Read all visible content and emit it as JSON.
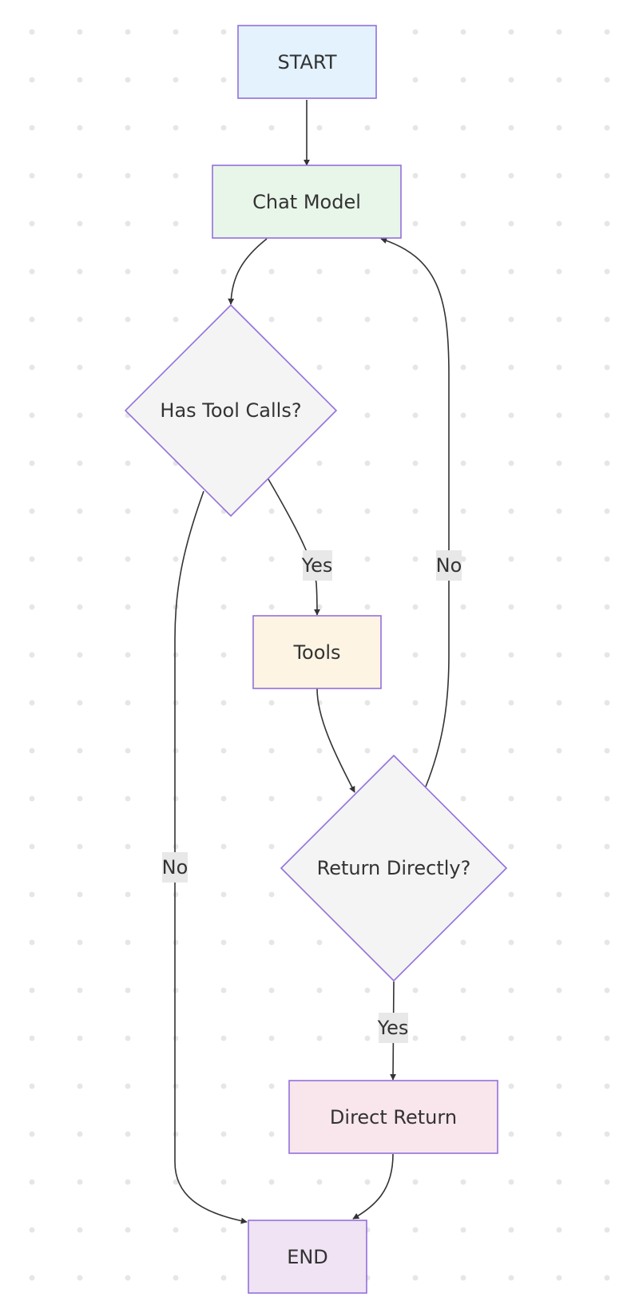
{
  "diagram": {
    "nodes": {
      "start": {
        "label": "START",
        "fill": "#e3f2fd"
      },
      "chat_model": {
        "label": "Chat Model",
        "fill": "#e8f5e9"
      },
      "has_tool_calls": {
        "label": "Has Tool Calls?",
        "fill": "#f4f4f4"
      },
      "tools": {
        "label": "Tools",
        "fill": "#fdf4e3"
      },
      "return_directly": {
        "label": "Return Directly?",
        "fill": "#f4f4f4"
      },
      "direct_return": {
        "label": "Direct Return",
        "fill": "#f8e6ec"
      },
      "end": {
        "label": "END",
        "fill": "#efe3f4"
      }
    },
    "edges": {
      "start_to_chat": {
        "from": "START",
        "to": "Chat Model"
      },
      "chat_to_decision": {
        "from": "Chat Model",
        "to": "Has Tool Calls?"
      },
      "decision_yes_to_tools": {
        "from": "Has Tool Calls?",
        "to": "Tools",
        "label": "Yes"
      },
      "decision_no_to_end": {
        "from": "Has Tool Calls?",
        "to": "END",
        "label": "No"
      },
      "tools_to_return_directly": {
        "from": "Tools",
        "to": "Return Directly?"
      },
      "return_no_to_chat": {
        "from": "Return Directly?",
        "to": "Chat Model",
        "label": "No"
      },
      "return_yes_to_direct": {
        "from": "Return Directly?",
        "to": "Direct Return",
        "label": "Yes"
      },
      "direct_to_end": {
        "from": "Direct Return",
        "to": "END"
      }
    },
    "colors": {
      "node_border": "#9370db",
      "edge_stroke": "#333333",
      "edge_label_background": "#e8e8e8",
      "text": "#333333"
    }
  }
}
